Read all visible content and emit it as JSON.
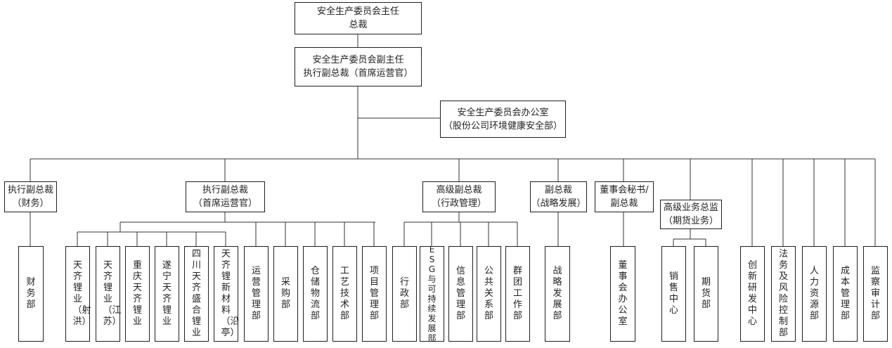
{
  "top": {
    "line1": "安全生产委员会主任",
    "line2": "总裁"
  },
  "vice_chair": {
    "line1": "安全生产委员会副主任",
    "line2": "执行副总裁（首席运营官）"
  },
  "office": {
    "line1": "安全生产委员会办公室",
    "line2": "（股份公司环境健康安全部）"
  },
  "tier2": [
    {
      "line1": "执行副总裁",
      "line2": "（财务）"
    },
    {
      "line1": "执行副总裁",
      "line2": "（首席运营官）"
    },
    {
      "line1": "高级副总裁",
      "line2": "（行政管理）"
    },
    {
      "line1": "副总裁",
      "line2": "（战略发展）"
    },
    {
      "line1": "董事会秘书/",
      "line2": "副总裁"
    },
    {
      "line1": "高级业务总监",
      "line2": "（期货业务）"
    }
  ],
  "departments": [
    "财务部",
    "天齐锂业（射洪）",
    "天齐锂业（江苏）",
    "重庆天齐锂业",
    "遂宁天齐锂业",
    "四川天齐盛合锂业",
    "天齐锂新材料（沿亭）",
    "运营管理部",
    "采购部",
    "仓储物流部",
    "工艺技术部",
    "项目管理部",
    "行政部",
    "ESG与可持续发展部",
    "信息管理部",
    "公共关系部",
    "群团工作部",
    "战略发展部",
    "董事会办公室",
    "销售中心",
    "期货部",
    "创新研发中心",
    "法务及风险控制部",
    "人力资源部",
    "成本管理部",
    "监察审计部"
  ]
}
